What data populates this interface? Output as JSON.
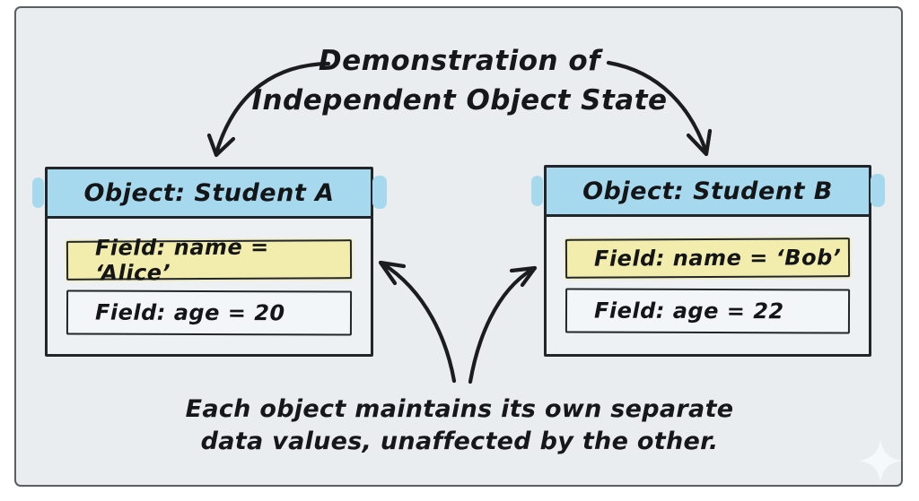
{
  "title": {
    "line1": "Demonstration of",
    "line2": "Independent Object State"
  },
  "objects": [
    {
      "header": "Object: Student A",
      "fields": [
        {
          "label": "Field: name = ‘Alice’",
          "highlight": true
        },
        {
          "label": "Field: age = 20",
          "highlight": false
        }
      ]
    },
    {
      "header": "Object: Student B",
      "fields": [
        {
          "label": "Field: name = ‘Bob’",
          "highlight": true
        },
        {
          "label": "Field: age = 22",
          "highlight": false
        }
      ]
    }
  ],
  "caption": {
    "line1": "Each object maintains its own separate",
    "line2": "data values, unaffected by the other."
  },
  "icons": {
    "sparkle": "four-pointed-star"
  },
  "colors": {
    "canvas_background": "#e9edef",
    "frame_border": "#585e62",
    "header_fill": "#a6d9ee",
    "field_highlight": "#f2edad",
    "field_plain": "#f3f6f8",
    "ink": "#1b1c1e"
  }
}
